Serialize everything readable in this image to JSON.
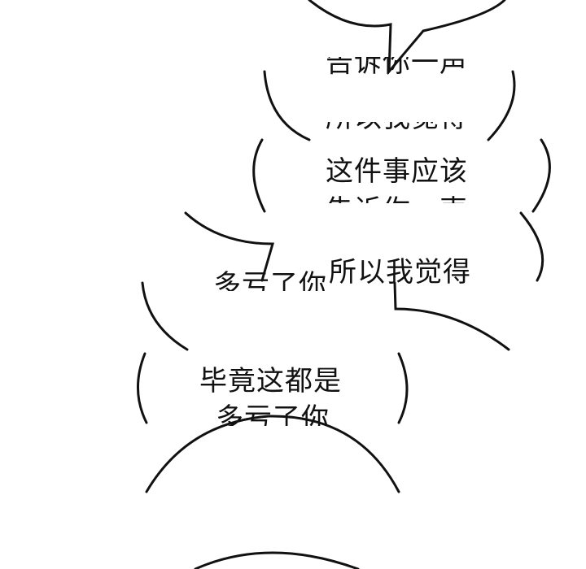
{
  "panels": [
    {
      "lines": [
        "告诉你一声"
      ]
    },
    {
      "lines": [
        "所以我觉得",
        "这件事应该",
        "告诉你一声"
      ]
    },
    {
      "lines": [
        "多亏了你",
        "所以我觉得"
      ]
    },
    {
      "lines": [
        "毕竟这都是",
        "多亏了你"
      ]
    }
  ],
  "colors": {
    "ink": "#111111",
    "paper": "#ffffff"
  }
}
